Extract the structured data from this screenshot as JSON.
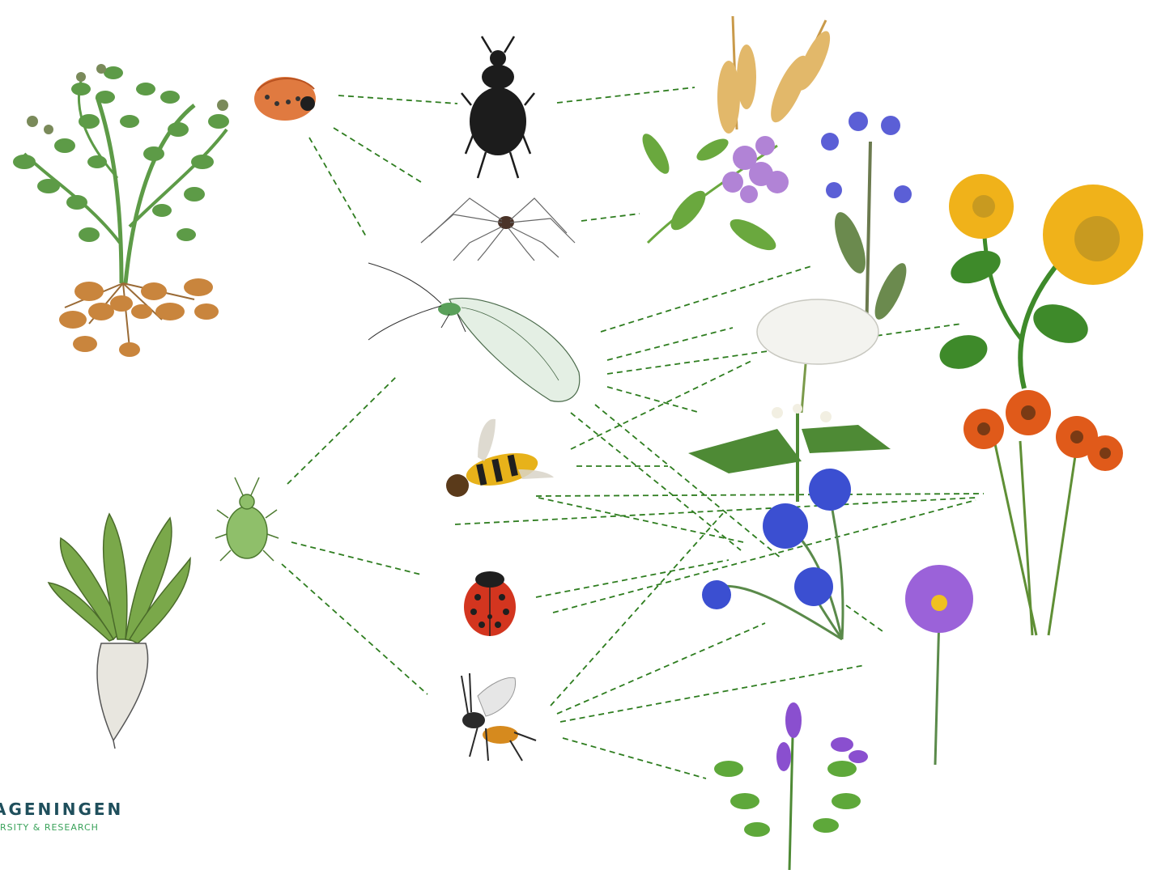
{
  "logo": {
    "line1": "AGENINGEN",
    "line2": "ERSITY & RESEARCH"
  },
  "colors": {
    "link_line": "#2e7d1f",
    "leaf": "#5d9b47",
    "tuber": "#c9853d",
    "logo_teal": "#1f4f5c",
    "logo_green": "#3aa25a"
  },
  "nodes": {
    "crops": [
      "potato-plant",
      "sugar-beet"
    ],
    "pests": [
      "colorado-beetle-larva",
      "aphid"
    ],
    "natural_enemies": [
      "ground-beetle",
      "harvestman",
      "lacewing",
      "hoverfly",
      "ladybird",
      "parasitic-wasp"
    ],
    "flowering_plants": [
      "wheat",
      "alfalfa",
      "borage",
      "sunflower",
      "yarrow",
      "buckwheat",
      "helenium",
      "cornflower",
      "cosmos",
      "vetch"
    ]
  },
  "links": [
    [
      "colorado-beetle-larva",
      "ground-beetle"
    ],
    [
      "colorado-beetle-larva",
      "harvestman"
    ],
    [
      "colorado-beetle-larva",
      "lacewing"
    ],
    [
      "ground-beetle",
      "wheat"
    ],
    [
      "harvestman",
      "alfalfa"
    ],
    [
      "aphid",
      "lacewing"
    ],
    [
      "aphid",
      "ladybird"
    ],
    [
      "aphid",
      "parasitic-wasp"
    ],
    [
      "lacewing",
      "borage"
    ],
    [
      "lacewing",
      "yarrow"
    ],
    [
      "lacewing",
      "sunflower"
    ],
    [
      "lacewing",
      "buckwheat"
    ],
    [
      "lacewing",
      "cornflower"
    ],
    [
      "hoverfly",
      "yarrow"
    ],
    [
      "hoverfly",
      "buckwheat"
    ],
    [
      "hoverfly",
      "helenium"
    ],
    [
      "hoverfly",
      "cornflower"
    ],
    [
      "ladybird",
      "cornflower"
    ],
    [
      "ladybird",
      "helenium"
    ],
    [
      "parasitic-wasp",
      "buckwheat"
    ],
    [
      "parasitic-wasp",
      "cornflower"
    ],
    [
      "parasitic-wasp",
      "cosmos"
    ],
    [
      "parasitic-wasp",
      "vetch"
    ]
  ]
}
